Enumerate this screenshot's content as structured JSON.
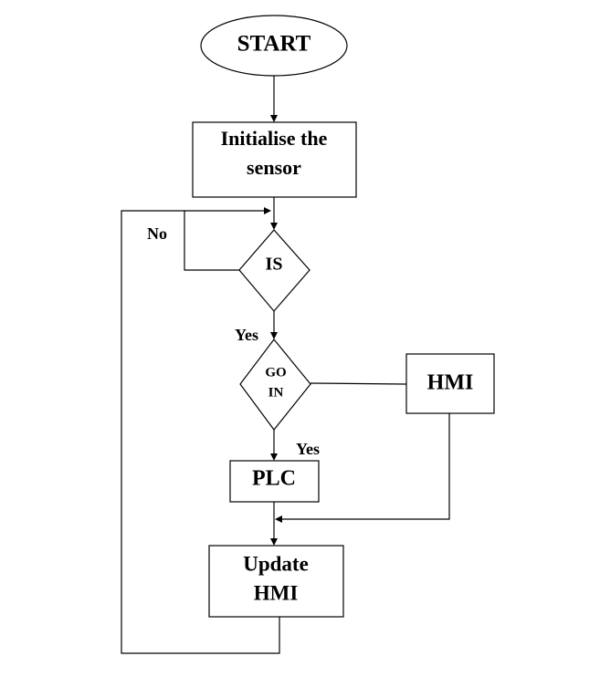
{
  "nodes": {
    "start": "START",
    "init_line1": "Initialise the",
    "init_line2": "sensor",
    "is": "IS",
    "goin_line1": "GO",
    "goin_line2": "IN",
    "hmi": "HMI",
    "plc": "PLC",
    "update_line1": "Update",
    "update_line2": "HMI"
  },
  "edge_labels": {
    "is_no": "No",
    "is_yes": "Yes",
    "goin_yes": "Yes"
  },
  "colors": {
    "stroke": "#000000",
    "background": "#ffffff"
  }
}
